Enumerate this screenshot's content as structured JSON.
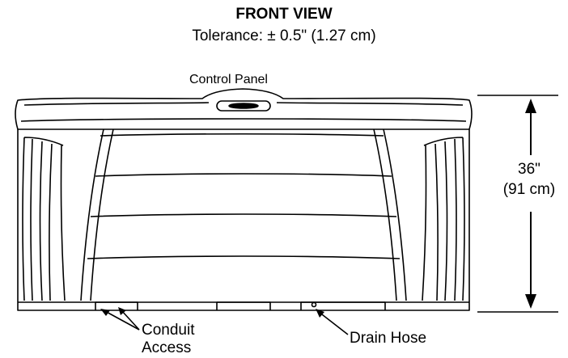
{
  "title": "FRONT VIEW",
  "tolerance": "Tolerance: ± 0.5\" (1.27 cm)",
  "labels": {
    "control_panel": "Control Panel",
    "height_in": "36\"",
    "height_cm": "(91 cm)",
    "conduit_line1": "Conduit",
    "conduit_line2": "Access",
    "drain_hose": "Drain Hose"
  },
  "colors": {
    "line": "#000000",
    "background": "#ffffff"
  }
}
